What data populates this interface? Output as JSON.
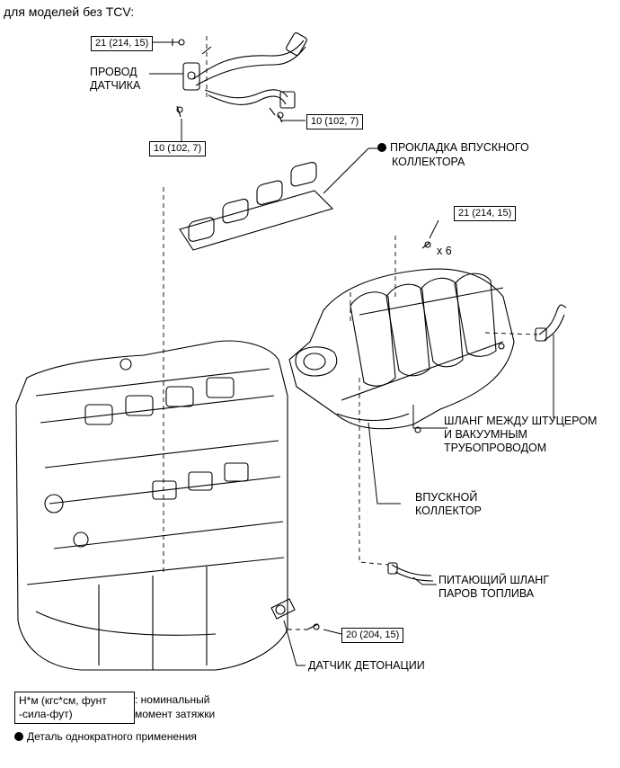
{
  "header": "для моделей без TCV:",
  "labels": {
    "sensor_wire": [
      "ПРОВОД",
      "ДАТЧИКА"
    ],
    "gasket": [
      "ПРОКЛАДКА ВПУСКНОГО",
      "КОЛЛЕКТОРА"
    ],
    "hose_vacuum": [
      "ШЛАНГ МЕЖДУ ШТУЦЕРОМ",
      "И ВАКУУМНЫМ",
      "ТРУБОПРОВОДОМ"
    ],
    "intake_manifold": [
      "ВПУСКНОЙ",
      "КОЛЛЕКТОР"
    ],
    "fuel_vapor_hose": [
      "ПИТАЮЩИЙ ШЛАНГ",
      "ПАРОВ ТОПЛИВА"
    ],
    "knock_sensor": "ДАТЧИК ДЕТОНАЦИИ",
    "qty": "x 6"
  },
  "torques": {
    "t1": "21 (214, 15)",
    "t2": "10 (102, 7)",
    "t3": "10 (102, 7)",
    "t4": "21 (214, 15)",
    "t5": "20 (204, 15)"
  },
  "legend": {
    "unit_box": [
      "Н*м (кгс*см, фунт",
      "-сила-фут)"
    ],
    "unit_desc": [
      ": номинальный",
      "момент затяжки"
    ],
    "single_use": "Деталь однократного применения"
  }
}
